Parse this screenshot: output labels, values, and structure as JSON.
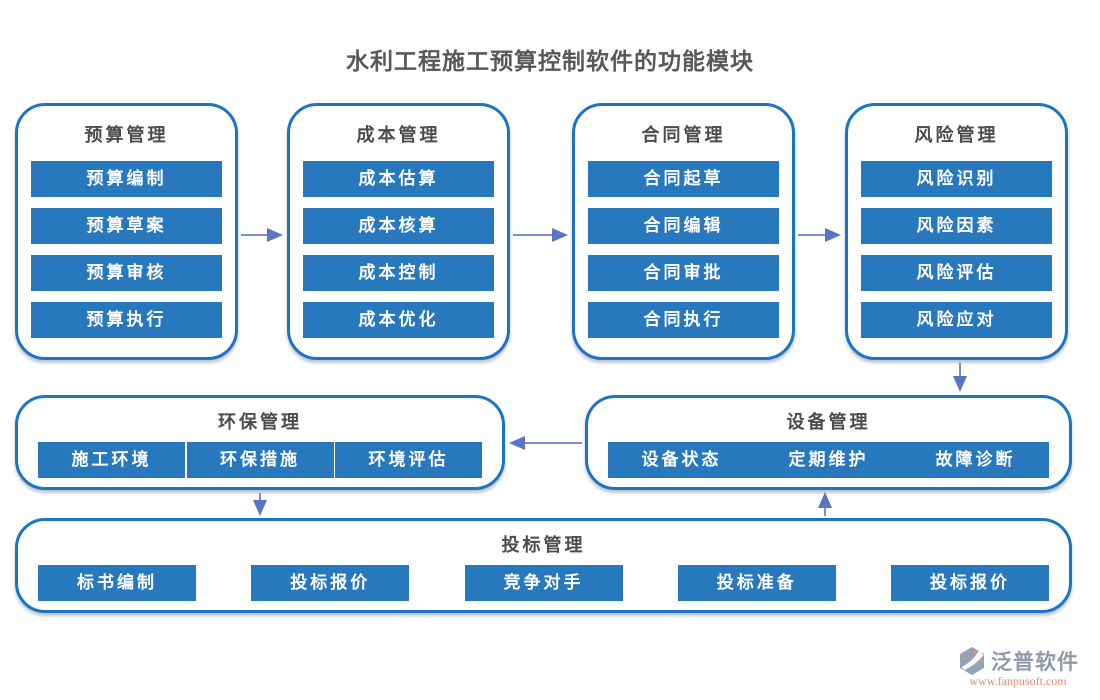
{
  "title": "水利工程施工预算控制软件的功能模块",
  "colors": {
    "box_border": "#1b74c5",
    "bar_fill": "#2878be",
    "bar_text": "#ffffff",
    "box_title_text": "#4c4c4c",
    "main_title_text": "#595959",
    "arrow": "#7d8bd0",
    "logo_gray": "#8e9aa9",
    "logo_salmon": "#e58a6e"
  },
  "modules": {
    "budget": {
      "title": "预算管理",
      "items": [
        "预算编制",
        "预算草案",
        "预算审核",
        "预算执行"
      ]
    },
    "cost": {
      "title": "成本管理",
      "items": [
        "成本估算",
        "成本核算",
        "成本控制",
        "成本优化"
      ]
    },
    "contract": {
      "title": "合同管理",
      "items": [
        "合同起草",
        "合同编辑",
        "合同审批",
        "合同执行"
      ]
    },
    "risk": {
      "title": "风险管理",
      "items": [
        "风险识别",
        "风险因素",
        "风险评估",
        "风险应对"
      ]
    },
    "environment": {
      "title": "环保管理",
      "items": [
        "施工环境",
        "环保措施",
        "环境评估"
      ]
    },
    "equipment": {
      "title": "设备管理",
      "items": [
        "设备状态",
        "定期维护",
        "故障诊断"
      ]
    },
    "bidding": {
      "title": "投标管理",
      "items": [
        "标书编制",
        "投标报价",
        "竞争对手",
        "投标准备",
        "投标报价"
      ]
    }
  },
  "edges": [
    {
      "from": "预算管理",
      "to": "成本管理",
      "direction": "right"
    },
    {
      "from": "成本管理",
      "to": "合同管理",
      "direction": "right"
    },
    {
      "from": "合同管理",
      "to": "风险管理",
      "direction": "right"
    },
    {
      "from": "风险管理",
      "to": "设备管理",
      "direction": "down"
    },
    {
      "from": "设备管理",
      "to": "环保管理",
      "direction": "left"
    },
    {
      "from": "环保管理",
      "to": "投标管理",
      "direction": "down"
    },
    {
      "from": "投标管理",
      "to": "设备管理",
      "direction": "up"
    }
  ],
  "logo": {
    "name": "泛普软件",
    "url": "www.fanpusoft.com"
  }
}
